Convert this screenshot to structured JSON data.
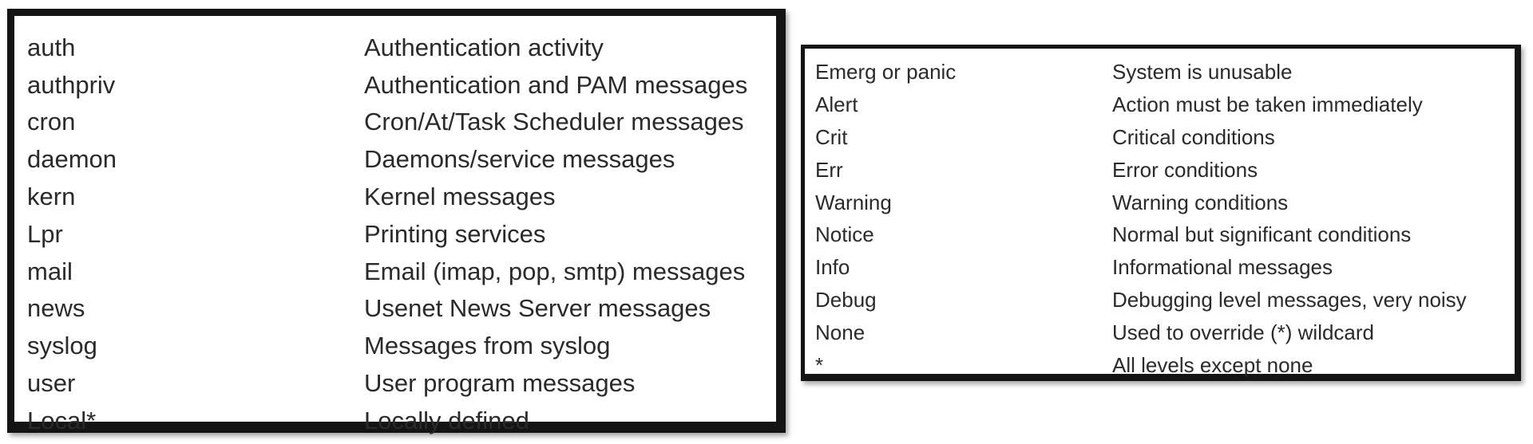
{
  "facilities": {
    "rows": [
      {
        "key": "auth",
        "value": "Authentication activity"
      },
      {
        "key": "authpriv",
        "value": "Authentication and PAM messages"
      },
      {
        "key": "cron",
        "value": "Cron/At/Task Scheduler messages"
      },
      {
        "key": "daemon",
        "value": "Daemons/service messages"
      },
      {
        "key": "kern",
        "value": "Kernel messages"
      },
      {
        "key": "Lpr",
        "value": "Printing services"
      },
      {
        "key": "mail",
        "value": "Email (imap, pop, smtp) messages"
      },
      {
        "key": "news",
        "value": "Usenet News Server messages"
      },
      {
        "key": "syslog",
        "value": "Messages from syslog"
      },
      {
        "key": "user",
        "value": "User program messages"
      },
      {
        "key": "Local*",
        "value": "Locally defined"
      }
    ]
  },
  "priorities": {
    "rows": [
      {
        "key": "Emerg or panic",
        "value": "System is unusable"
      },
      {
        "key": "Alert",
        "value": "Action must be taken immediately"
      },
      {
        "key": "Crit",
        "value": "Critical conditions"
      },
      {
        "key": "Err",
        "value": "Error conditions"
      },
      {
        "key": "Warning",
        "value": "Warning conditions"
      },
      {
        "key": "Notice",
        "value": "Normal but significant conditions"
      },
      {
        "key": "Info",
        "value": "Informational messages"
      },
      {
        "key": "Debug",
        "value": "Debugging level messages, very noisy"
      },
      {
        "key": "None",
        "value": "Used to override (*) wildcard"
      },
      {
        "key": "*",
        "value": "All levels except none"
      }
    ]
  }
}
